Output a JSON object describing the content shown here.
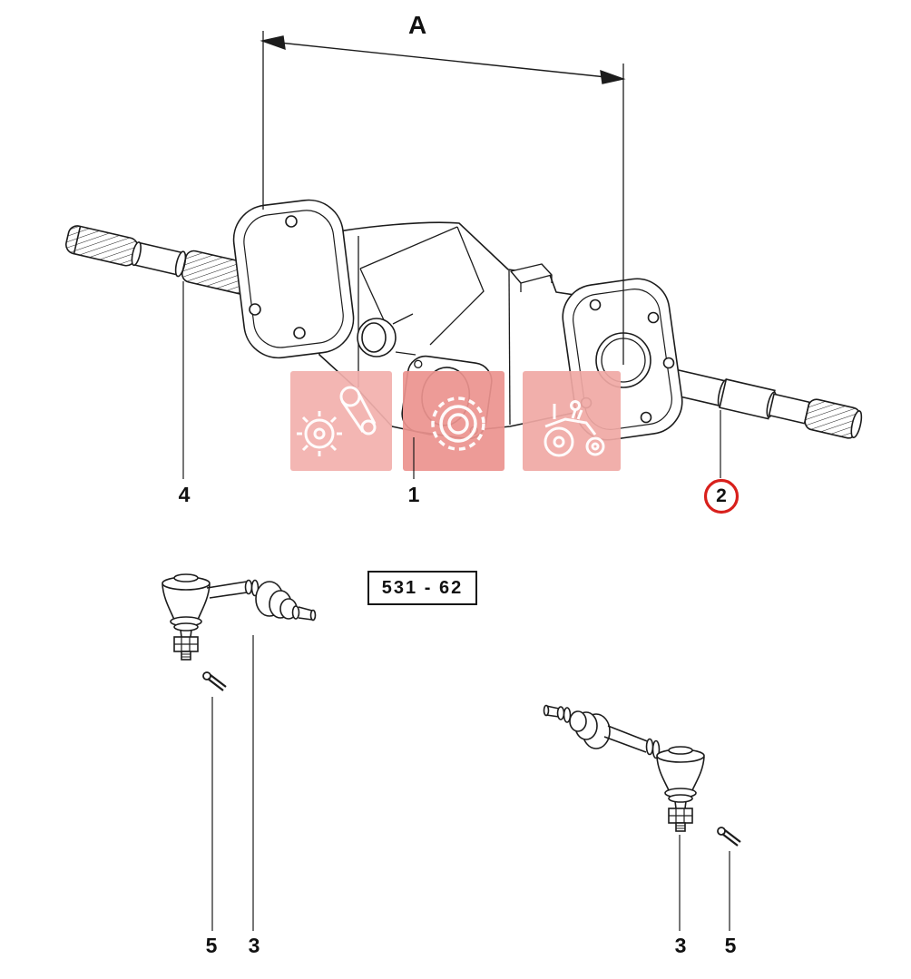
{
  "figure": {
    "dimension_label": "A",
    "reference_box": "531 - 62"
  },
  "part_labels": {
    "housing": "1",
    "axle_shaft_right": "2",
    "axle_shaft_left": "4",
    "tie_rod_left": "3",
    "cotter_pin_left": "5",
    "tie_rod_right": "3",
    "cotter_pin_right": "5"
  },
  "highlight": {
    "circled_part": "2",
    "ring_color": "#d8201c"
  },
  "watermark": {
    "tiles": [
      {
        "icon": "gear-belt-icon",
        "color": "#f2b0ac"
      },
      {
        "icon": "tire-icon",
        "color": "#eb938e"
      },
      {
        "icon": "tractor-icon",
        "color": "#f0a8a4"
      }
    ],
    "icon_color": "#ffffff"
  },
  "colors": {
    "line": "#1c1c1c",
    "background": "#ffffff"
  }
}
